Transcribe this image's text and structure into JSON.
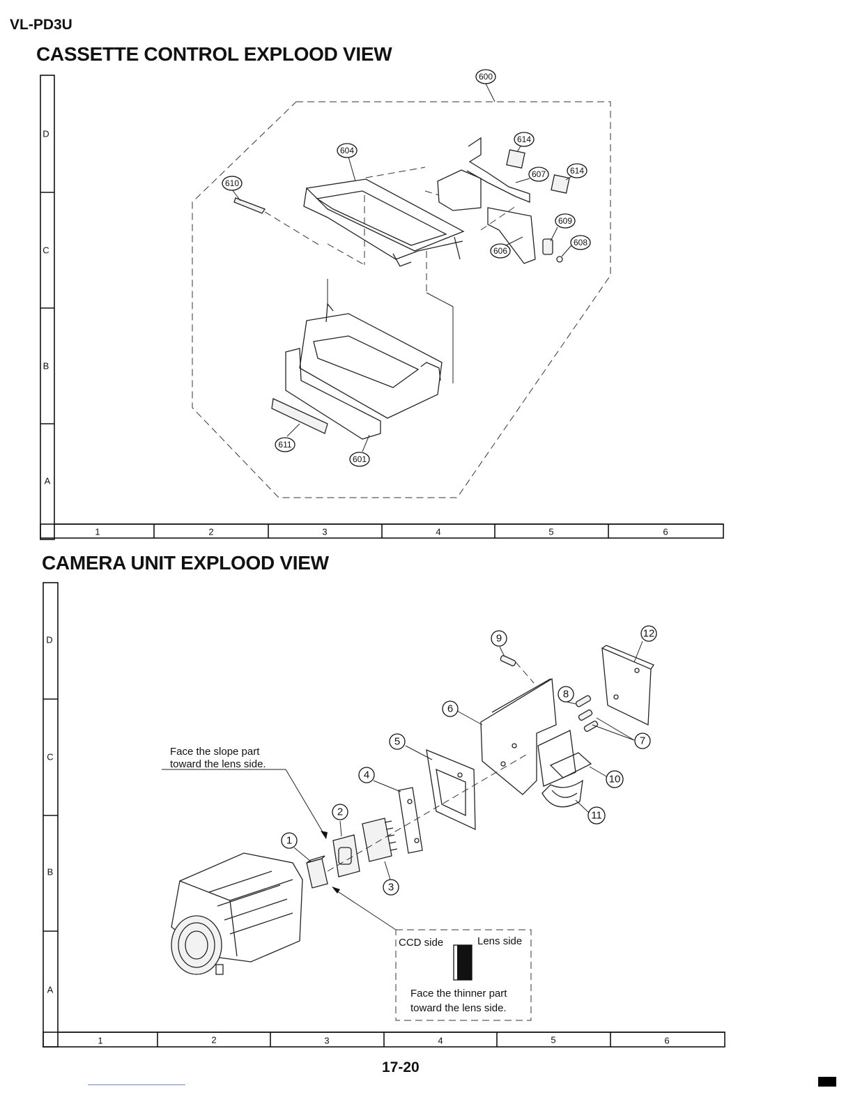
{
  "header": {
    "model": "VL-PD3U"
  },
  "cassette_view": {
    "title": "CASSETTE CONTROL EXPLOOD VIEW",
    "rows": [
      "D",
      "C",
      "B",
      "A"
    ],
    "columns": [
      "1",
      "2",
      "3",
      "4",
      "5",
      "6"
    ],
    "callouts": [
      "600",
      "604",
      "610",
      "614",
      "607",
      "614",
      "609",
      "608",
      "606",
      "611",
      "601"
    ]
  },
  "camera_view": {
    "title": "CAMERA UNIT EXPLOOD VIEW",
    "rows": [
      "D",
      "C",
      "B",
      "A"
    ],
    "columns": [
      "1",
      "2",
      "3",
      "4",
      "5",
      "6"
    ],
    "callouts": [
      "9",
      "12",
      "8",
      "6",
      "7",
      "5",
      "4",
      "10",
      "11",
      "2",
      "1",
      "3"
    ],
    "note_slope": [
      "Face the slope part",
      "toward the lens side."
    ],
    "inset": {
      "ccd_label": "CCD side",
      "lens_label": "Lens side",
      "note": [
        "Face the thinner part",
        "toward the lens side."
      ]
    }
  },
  "footer": {
    "page": "17-20"
  }
}
